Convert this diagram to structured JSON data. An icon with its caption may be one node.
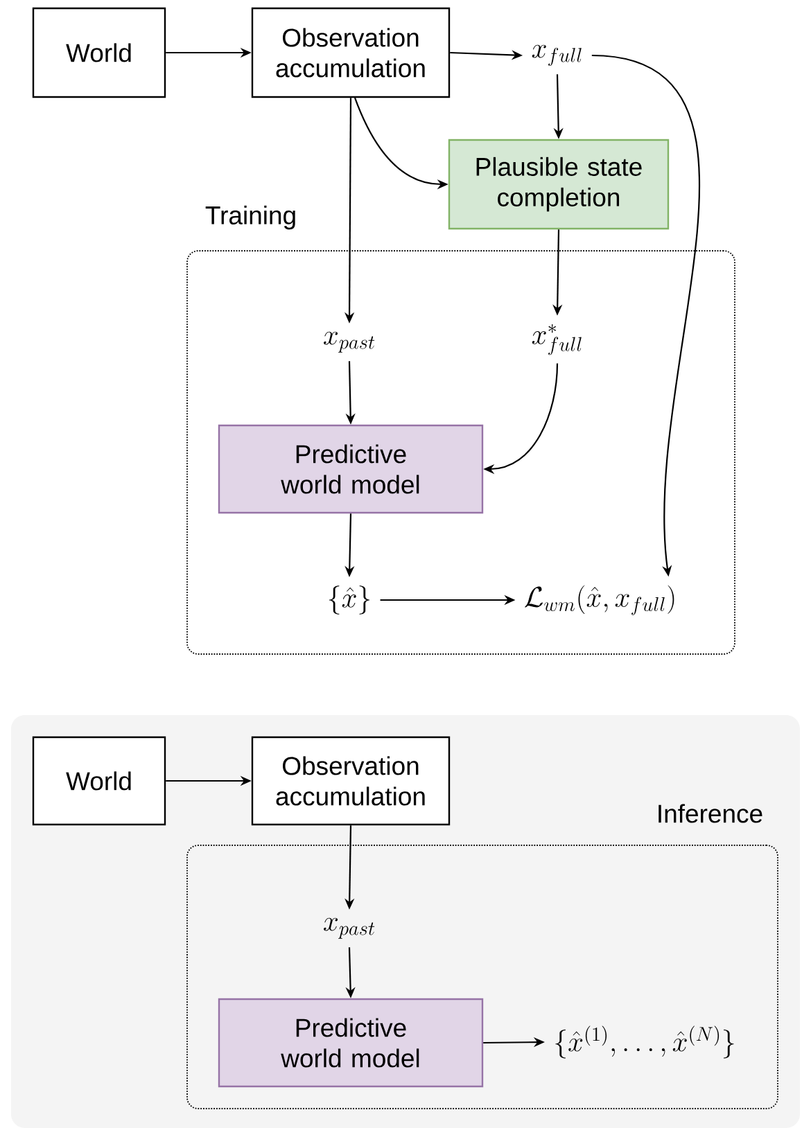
{
  "diagram": {
    "nodes": [
      {
        "text": [
          "World"
        ]
      },
      {
        "text": [
          "Observation accumulation"
        ]
      },
      {
        "text": [
          "x_{full}"
        ]
      },
      {
        "text": [
          "Plausible state completion"
        ]
      },
      {
        "text": [
          "Training"
        ]
      },
      {
        "text": [
          "x_{past}"
        ],
        "in": 4
      },
      {
        "text": [
          "x^*_{full}"
        ],
        "in": 4
      },
      {
        "text": [
          "Predictive world model"
        ],
        "in": 4
      },
      {
        "text": [
          "\\{\\hat{x}\\}"
        ],
        "in": 4
      },
      {
        "text": [
          "\\mathcal{L}_{wm}(\\hat{x}, x_{full})"
        ],
        "in": 4
      },
      {
        "text": [],
        "shape": "box"
      },
      {
        "text": [
          "World"
        ],
        "in": 10
      },
      {
        "text": [
          "Observation accumulation"
        ],
        "in": 10
      },
      {
        "text": [
          "Inference"
        ],
        "in": 10
      },
      {
        "text": [
          "x_{past}"
        ],
        "in": 13
      },
      {
        "text": [
          "Predictive world model"
        ],
        "in": 13
      },
      {
        "text": [
          "\\{\\hat{x}^{(1)}, \\ldots, \\hat{x}^{(N)}\\}"
        ],
        "in": 13
      }
    ],
    "edges": [
      {
        "from": 0,
        "to": 1,
        "arrow": "to"
      },
      {
        "from": 1,
        "to": 2,
        "arrow": "to"
      },
      {
        "from": 2,
        "to": 3,
        "arrow": "to"
      },
      {
        "from": 1,
        "to": 3,
        "arrow": "to"
      },
      {
        "from": 1,
        "to": 5,
        "arrow": "to"
      },
      {
        "from": 3,
        "to": 6,
        "arrow": "to"
      },
      {
        "from": 5,
        "to": 7,
        "arrow": "to"
      },
      {
        "from": 6,
        "to": 7,
        "arrow": "to"
      },
      {
        "from": 7,
        "to": 8,
        "arrow": "to"
      },
      {
        "from": 8,
        "to": 9,
        "arrow": "to"
      },
      {
        "from": 2,
        "to": 9,
        "arrow": "to"
      },
      {
        "from": 11,
        "to": 12,
        "arrow": "to"
      },
      {
        "from": 12,
        "to": 14,
        "arrow": "to"
      },
      {
        "from": 14,
        "to": 15,
        "arrow": "to"
      },
      {
        "from": 15,
        "to": 16,
        "arrow": "to"
      }
    ]
  }
}
